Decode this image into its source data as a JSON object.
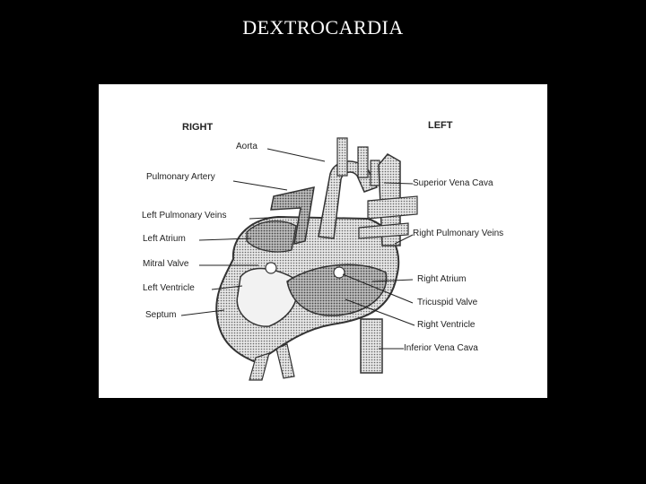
{
  "slide": {
    "title": "DEXTROCARDIA"
  },
  "diagram": {
    "side_labels": {
      "right": "RIGHT",
      "left": "LEFT"
    },
    "labels": {
      "aorta": "Aorta",
      "pulmonary_artery": "Pulmonary Artery",
      "left_pulmonary_veins": "Left Pulmonary Veins",
      "left_atrium": "Left Atrium",
      "mitral_valve": "Mitral Valve",
      "left_ventricle": "Left Ventricle",
      "septum": "Septum",
      "superior_vena_cava": "Superior Vena Cava",
      "right_pulmonary_veins": "Right Pulmonary Veins",
      "right_atrium": "Right Atrium",
      "tricuspid_valve": "Tricuspid Valve",
      "right_ventricle": "Right Ventricle",
      "inferior_vena_cava": "Inferior Vena Cava"
    }
  }
}
